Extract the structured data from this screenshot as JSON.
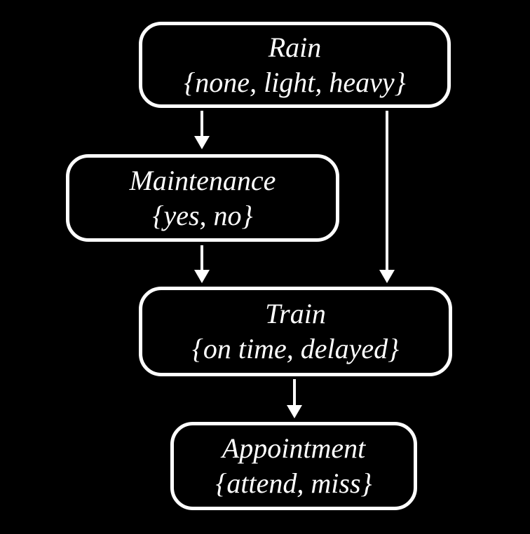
{
  "diagram": {
    "type": "bayesian-network",
    "colors": {
      "background": "#000000",
      "node_border": "#ffffff",
      "text": "#ffffff",
      "arrow": "#ffffff"
    },
    "nodes": {
      "rain": {
        "title": "Rain",
        "values": "{none, light, heavy}"
      },
      "maintenance": {
        "title": "Maintenance",
        "values": "{yes, no}"
      },
      "train": {
        "title": "Train",
        "values": "{on time, delayed}"
      },
      "appointment": {
        "title": "Appointment",
        "values": "{attend, miss}"
      }
    },
    "edges": [
      {
        "from": "Rain",
        "to": "Maintenance"
      },
      {
        "from": "Rain",
        "to": "Train"
      },
      {
        "from": "Maintenance",
        "to": "Train"
      },
      {
        "from": "Train",
        "to": "Appointment"
      }
    ]
  }
}
